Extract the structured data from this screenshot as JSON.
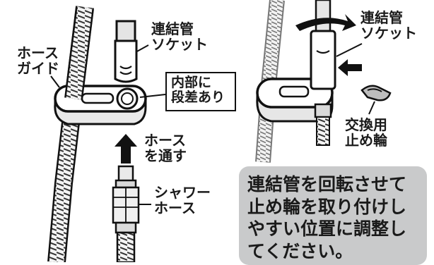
{
  "left_panel": {
    "hose_guide": [
      "ホース",
      "ガイド"
    ],
    "connector_socket": [
      "連結管",
      "ソケット"
    ],
    "inner_step": [
      "内部に",
      "段差あり"
    ],
    "pass_hose": [
      "ホース",
      "を通す"
    ],
    "shower_hose": [
      "シャワー",
      "ホース"
    ]
  },
  "right_panel": {
    "connector_socket": [
      "連結管",
      "ソケット"
    ],
    "replacement_ring": [
      "交換用",
      "止め輪"
    ]
  },
  "note": {
    "lines": [
      "連結管を回転させて",
      "止め輪を取り付けし",
      "やすい位置に調整し",
      "てください。"
    ],
    "bg_color": "#c9cacb"
  }
}
